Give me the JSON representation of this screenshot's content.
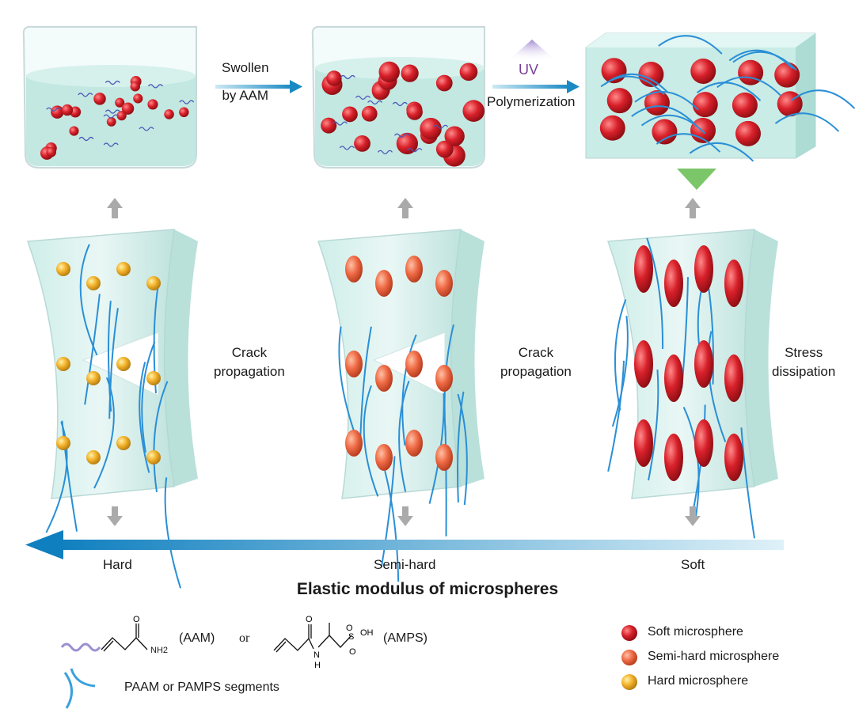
{
  "process": {
    "step1_line1": "Swollen",
    "step1_line2": "by AAM",
    "uv_label": "UV",
    "step2_label": "Polymerization"
  },
  "panels": [
    {
      "line1": "Crack",
      "line2": "propagation"
    },
    {
      "line1": "Crack",
      "line2": "propagation"
    },
    {
      "line1": "Stress",
      "line2": "dissipation"
    }
  ],
  "scale": {
    "left": "Hard",
    "middle": "Semi-hard",
    "right": "Soft",
    "title": "Elastic modulus of microspheres"
  },
  "legend": {
    "aam_label": "(AAM)",
    "or_label": "or",
    "amps_label": "(AMPS)",
    "nh2": "NH2",
    "segments_label": "PAAM or PAMPS segments",
    "items": [
      {
        "label": "Soft microsphere",
        "color": "#d8202a"
      },
      {
        "label": "Semi-hard microsphere",
        "color": "#ef6a45"
      },
      {
        "label": "Hard microsphere",
        "color": "#f2b12a"
      }
    ]
  },
  "colors": {
    "arrow_blue": "#1b8ac4",
    "water": "#bfe6df",
    "fiber": "#2a8fd6",
    "green_arrow": "#7cc66a",
    "uv": "#7a3c9a"
  }
}
